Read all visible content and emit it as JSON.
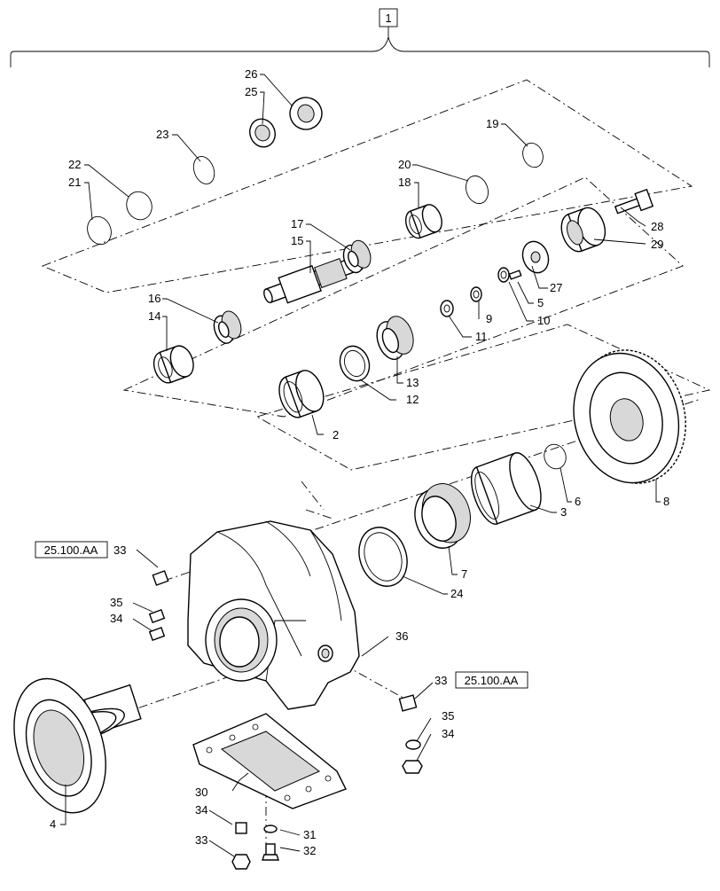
{
  "diagram": {
    "assembly_callout": "1",
    "reference_boxes": [
      {
        "id": "ref-top",
        "text": "25.100.AA"
      },
      {
        "id": "ref-right",
        "text": "25.100.AA"
      }
    ],
    "callouts": [
      {
        "id": "c2",
        "text": "2"
      },
      {
        "id": "c3",
        "text": "3"
      },
      {
        "id": "c4",
        "text": "4"
      },
      {
        "id": "c5",
        "text": "5"
      },
      {
        "id": "c6",
        "text": "6"
      },
      {
        "id": "c7",
        "text": "7"
      },
      {
        "id": "c8",
        "text": "8"
      },
      {
        "id": "c9",
        "text": "9"
      },
      {
        "id": "c10",
        "text": "10"
      },
      {
        "id": "c11",
        "text": "11"
      },
      {
        "id": "c12",
        "text": "12"
      },
      {
        "id": "c13",
        "text": "13"
      },
      {
        "id": "c14",
        "text": "14"
      },
      {
        "id": "c15",
        "text": "15"
      },
      {
        "id": "c16",
        "text": "16"
      },
      {
        "id": "c17",
        "text": "17"
      },
      {
        "id": "c18",
        "text": "18"
      },
      {
        "id": "c19",
        "text": "19"
      },
      {
        "id": "c20",
        "text": "20"
      },
      {
        "id": "c21",
        "text": "21"
      },
      {
        "id": "c22",
        "text": "22"
      },
      {
        "id": "c23",
        "text": "23"
      },
      {
        "id": "c24",
        "text": "24"
      },
      {
        "id": "c25",
        "text": "25"
      },
      {
        "id": "c26",
        "text": "26"
      },
      {
        "id": "c27",
        "text": "27"
      },
      {
        "id": "c28",
        "text": "28"
      },
      {
        "id": "c29",
        "text": "29"
      },
      {
        "id": "c30",
        "text": "30"
      },
      {
        "id": "c31",
        "text": "31"
      },
      {
        "id": "c32",
        "text": "32"
      },
      {
        "id": "c33a",
        "text": "33"
      },
      {
        "id": "c33b",
        "text": "33"
      },
      {
        "id": "c33c",
        "text": "33"
      },
      {
        "id": "c34a",
        "text": "34"
      },
      {
        "id": "c34b",
        "text": "34"
      },
      {
        "id": "c34c",
        "text": "34"
      },
      {
        "id": "c35a",
        "text": "35"
      },
      {
        "id": "c35b",
        "text": "35"
      },
      {
        "id": "c36",
        "text": "36"
      }
    ]
  }
}
